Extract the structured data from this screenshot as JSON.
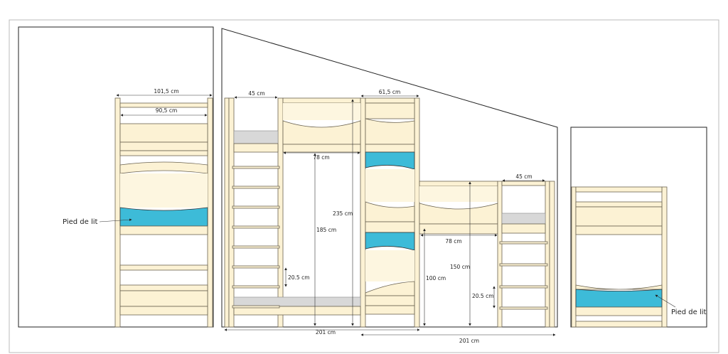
{
  "colors": {
    "wood": "#fcf2d4",
    "mattress": "#3dbbd8",
    "gray_mattress": "#d8d8d8",
    "outline": "#222222"
  },
  "labels": {
    "pied_left": "Pied de lit",
    "pied_right": "Pied de lit"
  },
  "dimensions": {
    "d101": "101,5 cm",
    "d90": "90,5 cm",
    "d45a": "45 cm",
    "d615": "61,5 cm",
    "d78a": "78 cm",
    "d235": "235 cm",
    "d185": "185 cm",
    "d205a": "20.5 cm",
    "d45b": "45 cm",
    "d78b": "78 cm",
    "d150": "150 cm",
    "d100": "100 cm",
    "d205b": "20.5 cm",
    "d201a": "201 cm",
    "d201b": "201 cm"
  }
}
